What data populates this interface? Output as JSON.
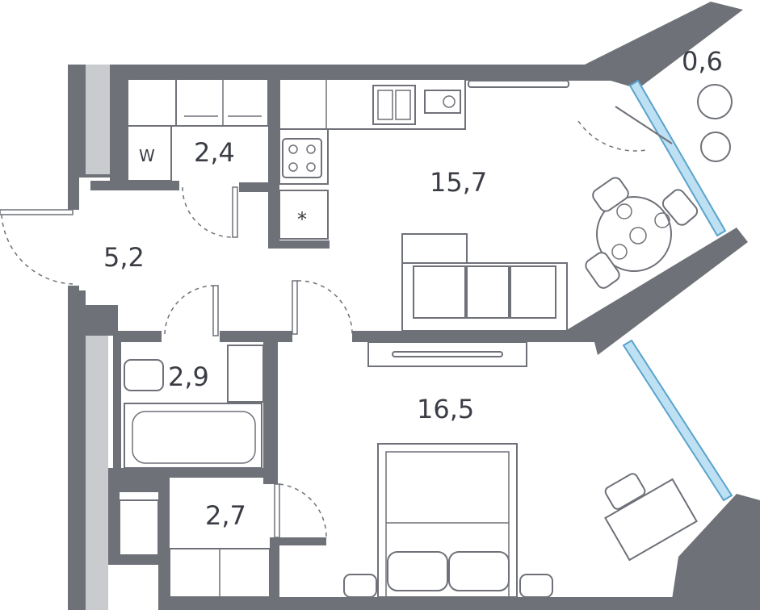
{
  "plan": {
    "rooms": [
      {
        "id": "balcony",
        "area": "0,6"
      },
      {
        "id": "kitchen-living",
        "area": "15,7"
      },
      {
        "id": "storage",
        "area": "2,4"
      },
      {
        "id": "hallway",
        "area": "5,2"
      },
      {
        "id": "bathroom",
        "area": "2,9"
      },
      {
        "id": "bedroom",
        "area": "16,5"
      },
      {
        "id": "dressing",
        "area": "2,7"
      }
    ],
    "marks": {
      "washer": "W",
      "fridge": "*"
    }
  },
  "colors": {
    "wall": "#6f7179",
    "wall_light": "#c9cbcf",
    "glass": "#bde0f3",
    "text": "#3b3d45"
  }
}
